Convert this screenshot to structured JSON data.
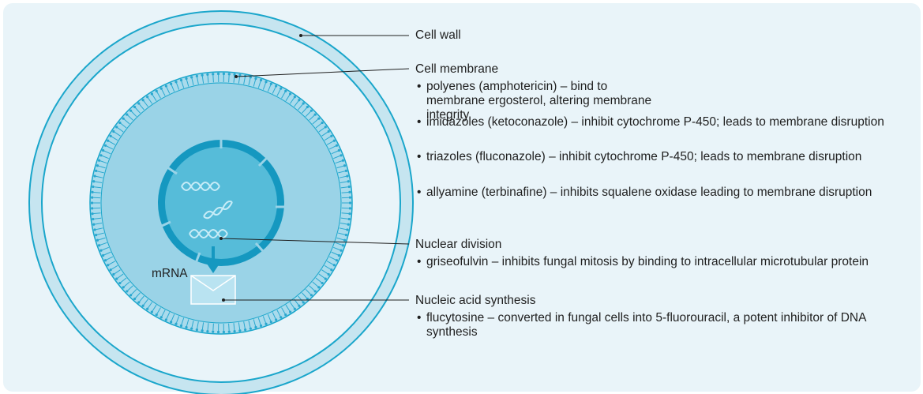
{
  "labels": {
    "cell_wall": "Cell wall",
    "cell_membrane": "Cell membrane",
    "nuclear_division": "Nuclear division",
    "nucleic_acid_synthesis": "Nucleic acid synthesis",
    "mrna": "mRNA"
  },
  "membrane_bullets": [
    "polyenes (amphotericin) – bind to membrane ergosterol, altering membrane integrity",
    "imidazoles (ketoconazole) – inhibit cytochrome P-450; leads to membrane disruption",
    "triazoles (fluconazole) – inhibit cytochrome P-450; leads to membrane disruption",
    "allyamine (terbinafine) – inhibits squalene oxidase leading to membrane disruption"
  ],
  "nuclear_bullets": [
    "griseofulvin – inhibits fungal mitosis by binding to intracellular microtubular protein"
  ],
  "nucleic_bullets": [
    "flucytosine – converted in fungal cells into 5-fluorouracil, a potent inhibitor of DNA synthesis"
  ],
  "bullet_symbol": "•",
  "colors": {
    "background": "#e9f4f9",
    "cell_wall": "#c6e5f0",
    "cell_outline": "#1aa6cb",
    "cytoplasm": "#9ad3e7",
    "nucleus_envelope": "#1598c0",
    "nucleus": "#56bcd9",
    "leader_line": "#1f1f1f"
  }
}
